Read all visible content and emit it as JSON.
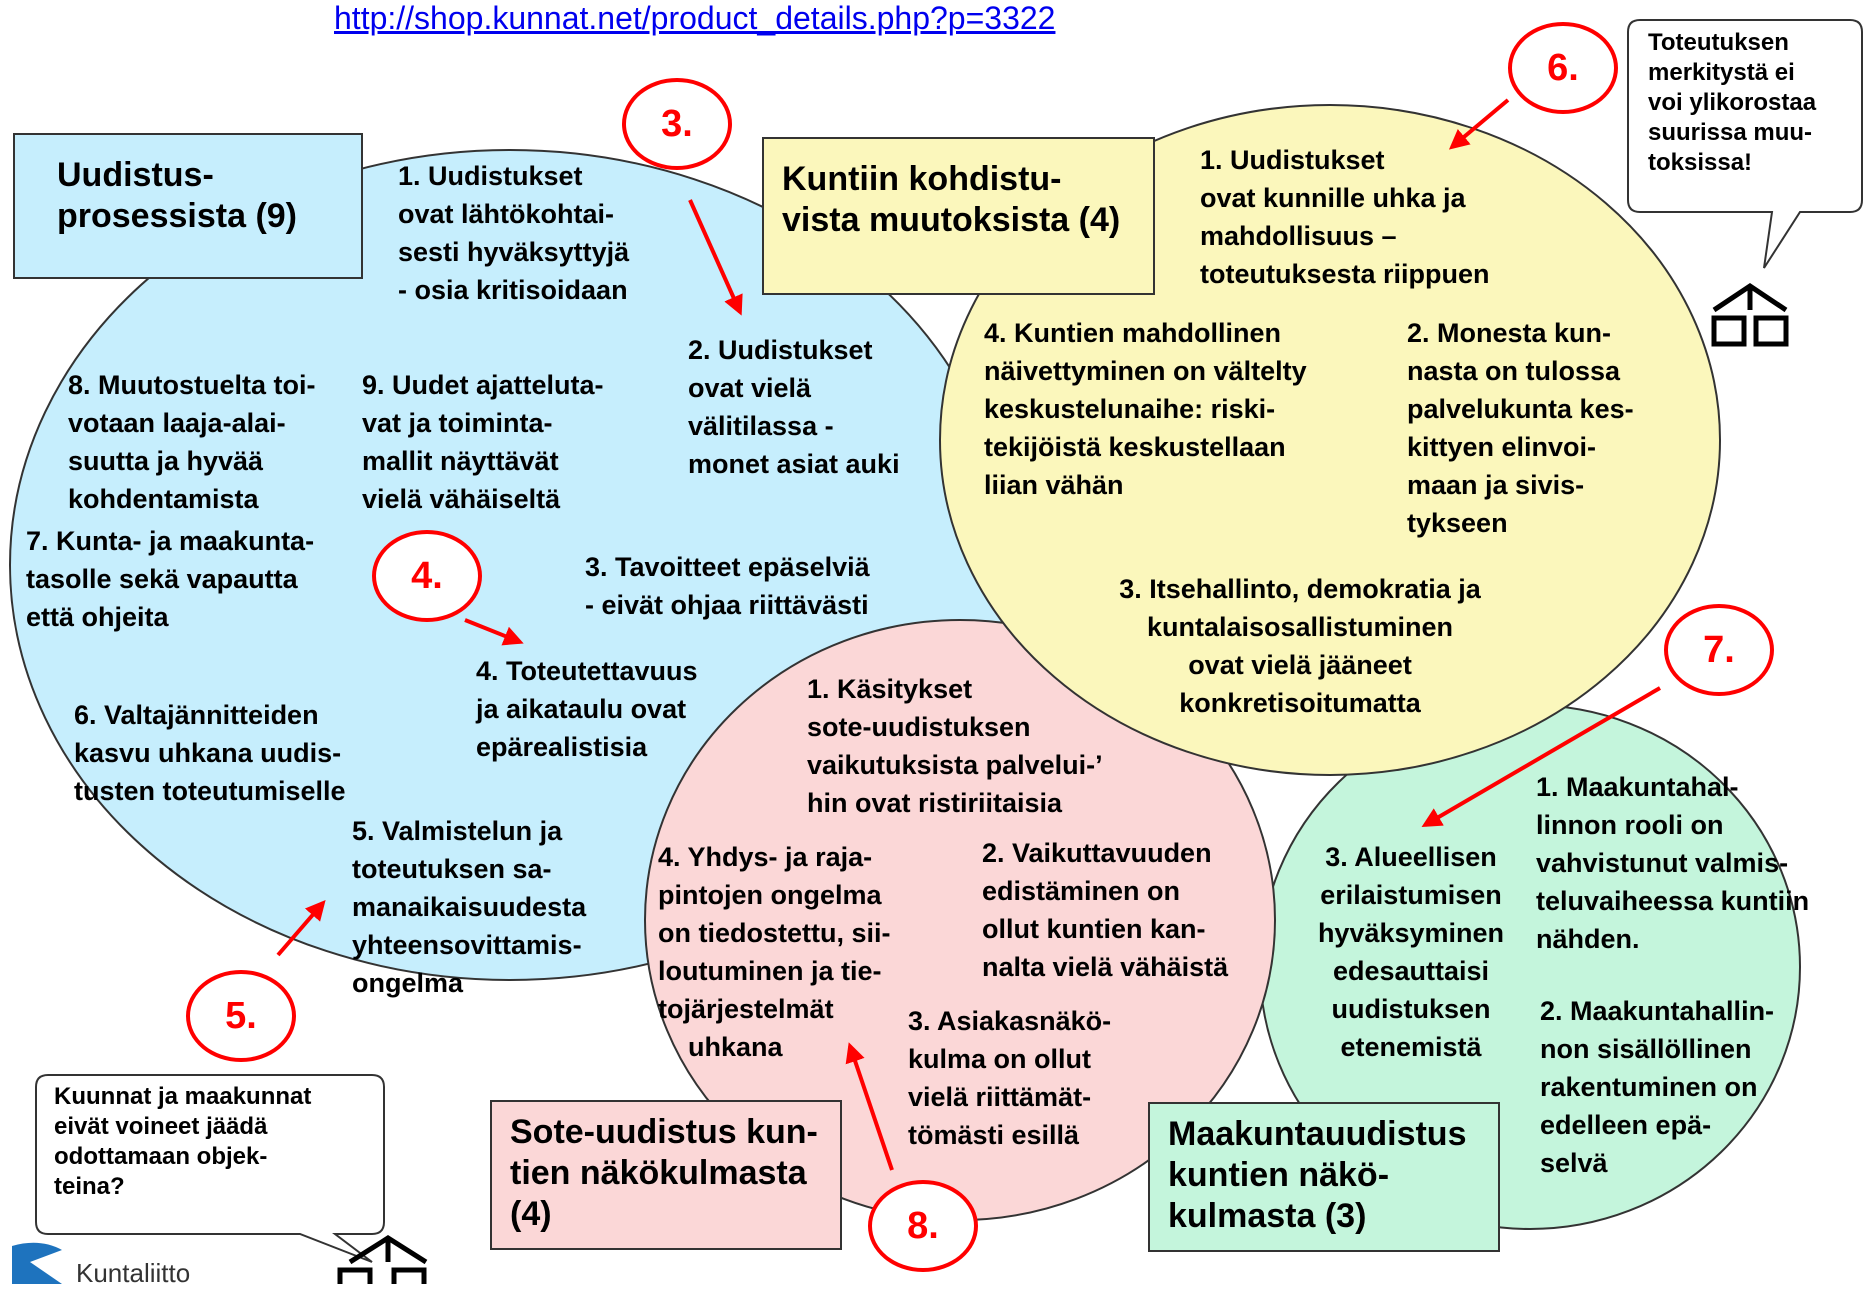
{
  "url": "http://shop.kunnat.net/product_details.php?p=3322",
  "colors": {
    "blue": "#c6eefd",
    "yellow": "#fbf7bc",
    "pink": "#fbd7d7",
    "green": "#c4f5dc",
    "red": "#ff0000"
  },
  "titles": {
    "blue": "Uudistus-\nprosessista (9)",
    "yellow": "Kuntiin kohdistu-\nvista muutoksista (4)",
    "pink": "Sote-uudistus kun-\ntien näkökulmasta\n(4)",
    "green": "Maakuntauudistus\nkuntien näkö-\nkulmasta (3)"
  },
  "blue_items": {
    "i1": "1. Uudistukset\novat lähtökohtai-\nsesti hyväksyttyjä\n- osia kritisoidaan",
    "i2": "2. Uudistukset\novat vielä\nvälitilassa -\nmonet asiat auki",
    "i3": "3. Tavoitteet epäselviä\n- eivät ohjaa riittävästi",
    "i4": "4. Toteutettavuus\nja aikataulu ovat\nepärealistisia",
    "i5": "5. Valmistelun ja\ntoteutuksen sa-\nmanaikaisuudesta\nyhteensovittamis-\nongelma",
    "i6": "6. Valtajännitteiden\nkasvu uhkana uudis-\ntusten toteutumiselle",
    "i7": "7. Kunta- ja maakunta-\ntasolle sekä vapautta\nettä ohjeita",
    "i8": "8. Muutostuelta toi-\nvotaan laaja-alai-\nsuutta ja hyvää\nkohdentamista",
    "i9": "9. Uudet ajatteluta-\nvat ja toiminta-\nmallit näyttävät\nvielä vähäiseltä"
  },
  "yellow_items": {
    "i1": "1. Uudistukset\novat kunnille uhka ja\nmahdollisuus –\ntoteutuksesta riippuen",
    "i2": "2. Monesta kun-\nnasta on tulossa\npalvelukunta kes-\nkittyen elinvoi-\nmaan ja sivis-\ntykseen",
    "i3": "3. Itsehallinto, demokratia ja\nkuntalaisosallistuminen\novat vielä jääneet\nkonkretisoitumatta",
    "i4": "4. Kuntien mahdollinen\nnäivettyminen on vältelty\nkeskustelunaihe: riski-\ntekijöistä keskustellaan\nliian vähän"
  },
  "pink_items": {
    "i1": "1. Käsitykset\nsote-uudistuksen\nvaikutuksista palvelui-’\nhin ovat ristiriitaisia",
    "i2": "2. Vaikuttavuuden\nedistäminen on\nollut kuntien kan-\nnalta vielä vähäistä",
    "i3": "3. Asiakasnäkö-\nkulma on ollut\nvielä riittämät-\ntömästi esillä",
    "i4": "4. Yhdys- ja raja-\npintojen ongelma\non tiedostettu, sii-\nloutuminen ja tie-\ntojärjestelmät\n    uhkana"
  },
  "green_items": {
    "i1": "1. Maakuntahal-\nlinnon rooli on\nvahvistunut valmis-\nteluvaiheessa kuntiin\nnähden.",
    "i2": "2. Maakuntahallin-\nnon sisällöllinen\nrakentuminen on\nedelleen epä-\nselvä",
    "i3": "3. Alueellisen\nerilaistumisen\nhyväksyminen\nedesauttaisi\nuudistuksen\netenemistä"
  },
  "markers": [
    "3.",
    "4.",
    "5.",
    "6.",
    "7.",
    "8."
  ],
  "callouts": {
    "top_right": "Toteutuksen\nmerkitystä ei\nvoi ylikorostaa\nsuurissa muu-\ntoksissa!",
    "bottom_left": "Kuunnat ja maakunnat\neivät voineet jäädä\nodottamaan objek-\nteina?"
  },
  "logo": {
    "text": "Kuntaliitto"
  }
}
